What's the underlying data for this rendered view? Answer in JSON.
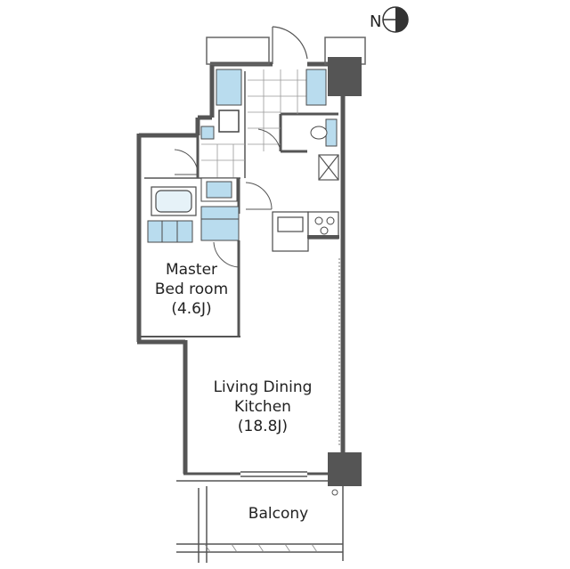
{
  "compass": {
    "label": "N",
    "icon": "north-arrow-icon"
  },
  "rooms": {
    "master_bedroom": {
      "line1": "Master",
      "line2": "Bed room",
      "line3": "(4.6J)"
    },
    "ldk": {
      "line1": "Living Dining",
      "line2": "Kitchen",
      "line3": "(18.8J)"
    },
    "balcony": {
      "line1": "Balcony"
    }
  },
  "colors": {
    "wall": "#555555",
    "fixture_fill": "#b9dcee",
    "fixture_stroke": "#4a4a4a",
    "column": "#555555"
  }
}
